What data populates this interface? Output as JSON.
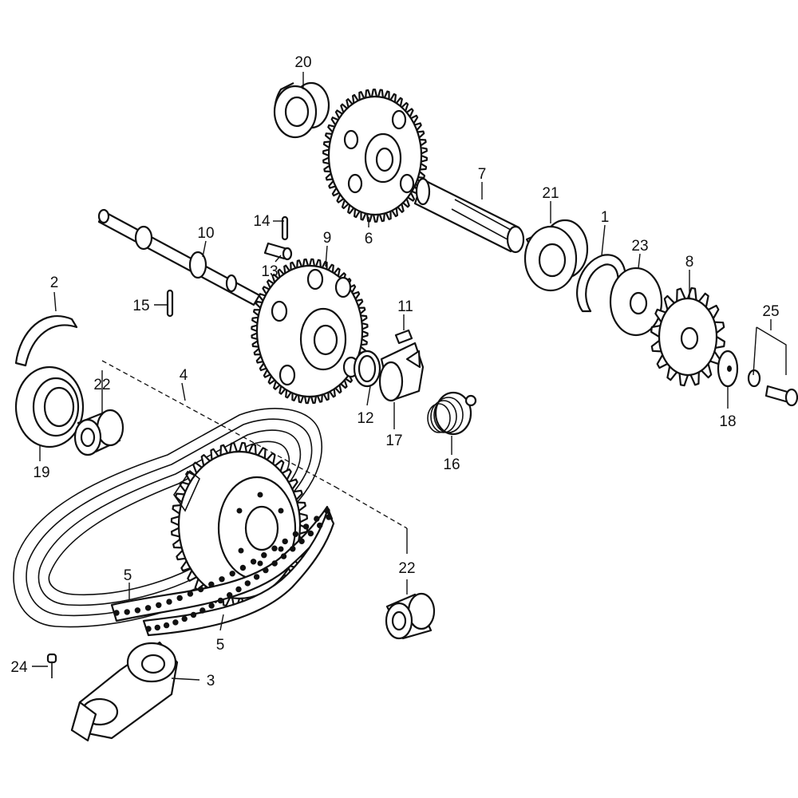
{
  "parts": {
    "p1": {
      "label": "1",
      "component": "circlip"
    },
    "p2": {
      "label": "2",
      "component": "snap-ring"
    },
    "p3": {
      "label": "3",
      "component": "chain-tensioner"
    },
    "p4": {
      "label": "4",
      "component": "drive-belt"
    },
    "p5a": {
      "label": "5",
      "component": "drive-chain"
    },
    "p5b": {
      "label": "5",
      "component": "drive-chain"
    },
    "p6": {
      "label": "6",
      "component": "spur-gear"
    },
    "p7": {
      "label": "7",
      "component": "output-shaft"
    },
    "p8": {
      "label": "8",
      "component": "drive-sprocket"
    },
    "p9": {
      "label": "9",
      "component": "driven-gear"
    },
    "p10": {
      "label": "10",
      "component": "countershaft"
    },
    "p11": {
      "label": "11",
      "component": "key"
    },
    "p12": {
      "label": "12",
      "component": "o-ring"
    },
    "p13": {
      "label": "13",
      "component": "dowel-pin"
    },
    "p14": {
      "label": "14",
      "component": "pin"
    },
    "p15": {
      "label": "15",
      "component": "pin"
    },
    "p16": {
      "label": "16",
      "component": "spring"
    },
    "p17": {
      "label": "17",
      "component": "cam-collar"
    },
    "p18": {
      "label": "18",
      "component": "washer"
    },
    "p19": {
      "label": "19",
      "component": "oil-seal"
    },
    "p20": {
      "label": "20",
      "component": "ball-bearing"
    },
    "p21": {
      "label": "21",
      "component": "ball-bearing"
    },
    "p22a": {
      "label": "22",
      "component": "needle-bearing"
    },
    "p22b": {
      "label": "22",
      "component": "needle-bearing"
    },
    "p23": {
      "label": "23",
      "component": "washer"
    },
    "p24": {
      "label": "24",
      "component": "screw"
    },
    "p25": {
      "label": "25",
      "component": "bolt-washer-set"
    }
  },
  "colors": {
    "line": "#111111",
    "background": "#ffffff"
  }
}
